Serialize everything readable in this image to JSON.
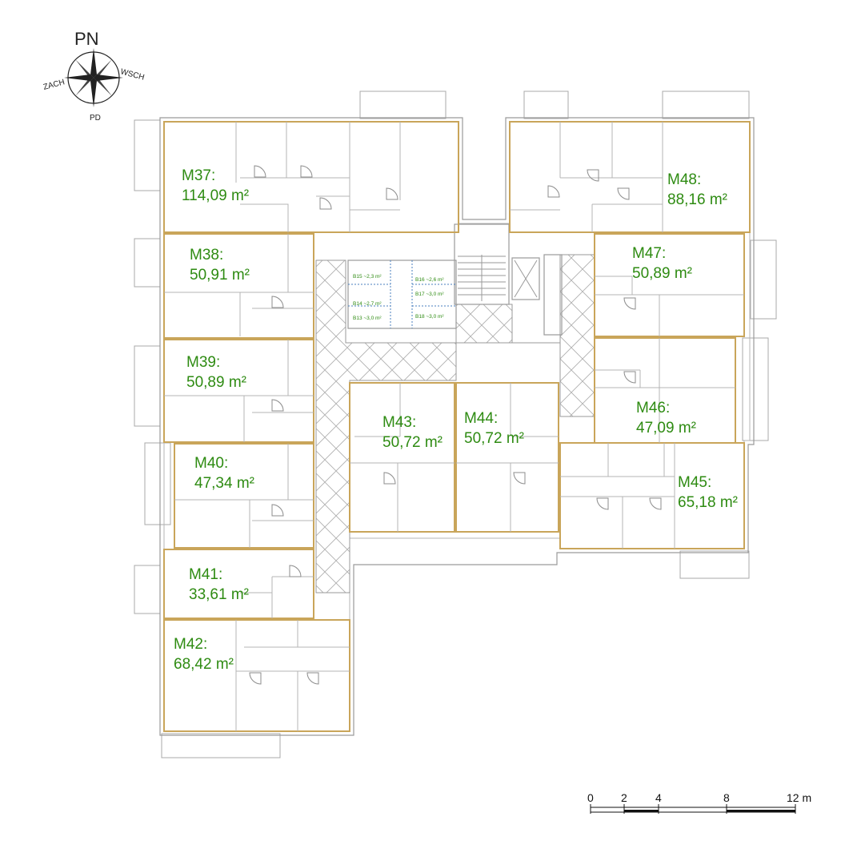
{
  "compass": {
    "north": "PN",
    "south": "PD",
    "west": "ZACH",
    "east": "WSCH"
  },
  "units": [
    {
      "id": "M37",
      "label": "M37:",
      "area": "114,09 m²"
    },
    {
      "id": "M38",
      "label": "M38:",
      "area": "50,91 m²"
    },
    {
      "id": "M39",
      "label": "M39:",
      "area": "50,89 m²"
    },
    {
      "id": "M40",
      "label": "M40:",
      "area": "47,34 m²"
    },
    {
      "id": "M41",
      "label": "M41:",
      "area": "33,61 m²"
    },
    {
      "id": "M42",
      "label": "M42:",
      "area": "68,42 m²"
    },
    {
      "id": "M43",
      "label": "M43:",
      "area": "50,72 m²"
    },
    {
      "id": "M44",
      "label": "M44:",
      "area": "50,72 m²"
    },
    {
      "id": "M45",
      "label": "M45:",
      "area": "65,18 m²"
    },
    {
      "id": "M46",
      "label": "M46:",
      "area": "47,09 m²"
    },
    {
      "id": "M47",
      "label": "M47:",
      "area": "50,89 m²"
    },
    {
      "id": "M48",
      "label": "M48:",
      "area": "88,16 m²"
    }
  ],
  "storage": [
    {
      "id": "B15",
      "label": "B15 ~2,3 m²"
    },
    {
      "id": "B16",
      "label": "B16 ~2,6 m²"
    },
    {
      "id": "B14",
      "label": "B14 ~2,7 m²"
    },
    {
      "id": "B17",
      "label": "B17 ~3,0 m²"
    },
    {
      "id": "B13",
      "label": "B13 ~3,0 m²"
    },
    {
      "id": "B18",
      "label": "B18 ~3,0 m²"
    }
  ],
  "scale_bar": {
    "ticks": [
      "0",
      "2",
      "4",
      "8",
      "12 m"
    ]
  },
  "colors": {
    "label": "#2e8b12",
    "unit_outline": "#c9a55a",
    "wall": "#9a9a9a"
  }
}
